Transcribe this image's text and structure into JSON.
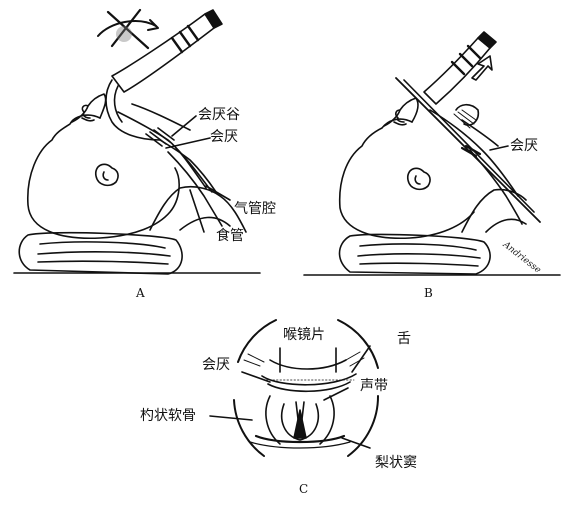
{
  "panels": {
    "a": {
      "caption": "A",
      "labels": {
        "vallecula": "会厌谷",
        "epiglottis": "会厌",
        "trachea": "气管腔",
        "esophagus": "食管"
      }
    },
    "b": {
      "caption": "B",
      "labels": {
        "epiglottis": "会厌"
      },
      "signature": "Andriesse"
    },
    "c": {
      "caption": "C",
      "labels": {
        "blade": "喉镜片",
        "tongue": "舌",
        "epiglottis": "会厌",
        "vocal_cords": "声带",
        "arytenoid": "杓状软骨",
        "piriform_sinus": "梨状窦"
      }
    }
  }
}
